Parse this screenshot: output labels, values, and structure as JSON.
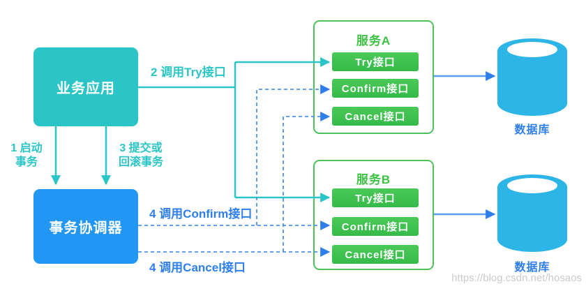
{
  "colors": {
    "teal": "#2bc5c7",
    "coord_blue": "#2196f3",
    "line_blue": "#5b9be8",
    "dash_blue": "#4e94e8",
    "arrow_blue": "#2e7feb",
    "green_border": "#4cc35a",
    "green_btn_top": "#4ac957",
    "green_btn_bottom": "#35ba49",
    "green_title": "#3dc243",
    "db_blue": "#2eb5e8",
    "label_blue": "#2e7feb",
    "watermark_gray": "#cbcbcb"
  },
  "nodes": {
    "business_app": {
      "label": "业务应用"
    },
    "coordinator": {
      "label": "事务协调器"
    },
    "service_a": {
      "title": "服务A",
      "interfaces": [
        "Try接口",
        "Confirm接口",
        "Cancel接口"
      ]
    },
    "service_b": {
      "title": "服务B",
      "interfaces": [
        "Try接口",
        "Confirm接口",
        "Cancel接口"
      ]
    },
    "database_a": {
      "label": "数据库"
    },
    "database_b": {
      "label": "数据库"
    }
  },
  "edges": {
    "call_try": "2 调用Try接口",
    "start_tx": "1 启动\n事务",
    "commit_rollback": "3 提交或\n回滚事务",
    "call_confirm": "4 调用Confirm接口",
    "call_cancel": "4 调用Cancel接口"
  },
  "watermark": "https://blog.csdn.net/hosaos"
}
